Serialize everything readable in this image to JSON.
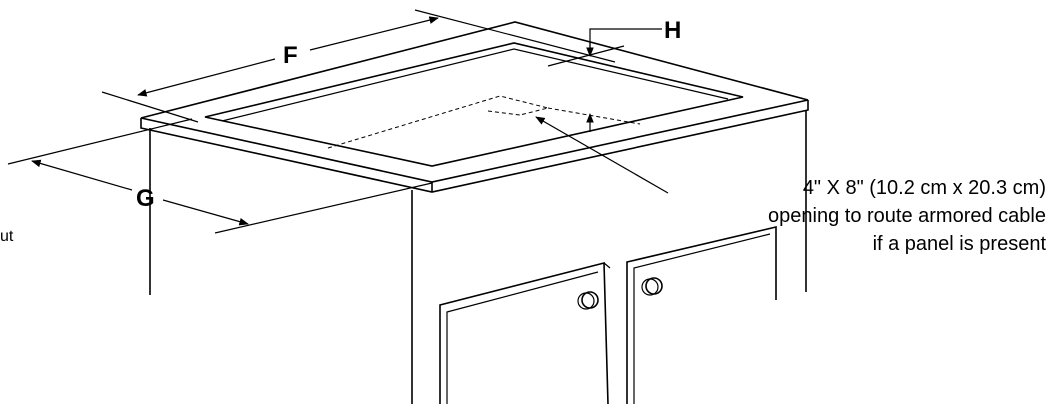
{
  "labels": {
    "F": "F",
    "G": "G",
    "H": "H",
    "fragment": "ut"
  },
  "note": {
    "line1": "4\" X 8\" (10.2 cm x 20.3 cm)",
    "line2": "opening to route armored cable",
    "line3": "if a panel is present"
  }
}
